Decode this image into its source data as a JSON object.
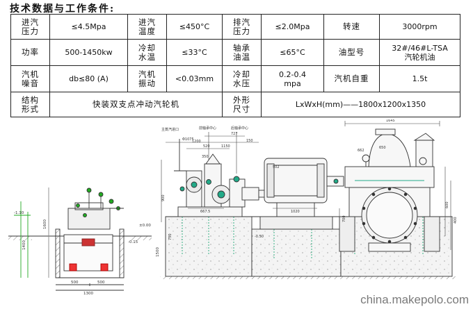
{
  "heading": "技术数据与工作条件:",
  "table": {
    "r1": {
      "inlet_pressure_label_1": "进汽",
      "inlet_pressure_label_2": "压力",
      "inlet_pressure_value": "≤4.5Mpa",
      "inlet_temp_label_1": "进汽",
      "inlet_temp_label_2": "温度",
      "inlet_temp_value": "≤450°C",
      "exhaust_pressure_label_1": "排汽",
      "exhaust_pressure_label_2": "压力",
      "exhaust_pressure_value": "≤2.0Mpa",
      "speed_label": "转速",
      "speed_value": "3000rpm"
    },
    "r2": {
      "power_label": "功率",
      "power_value": "500-1450kw",
      "cooling_water_temp_label_1": "冷却",
      "cooling_water_temp_label_2": "水温",
      "cooling_water_temp_value": "≤33°C",
      "bearing_oil_temp_label_1": "轴承",
      "bearing_oil_temp_label_2": "油温",
      "bearing_oil_temp_value": "≤65°C",
      "oil_type_label": "油型号",
      "oil_type_value_1": "32#/46#L-TSA",
      "oil_type_value_2": "汽轮机油"
    },
    "r3": {
      "noise_label_1": "汽机",
      "noise_label_2": "噪音",
      "noise_value": "db≤80 (A)",
      "vibration_label_1": "汽机",
      "vibration_label_2": "振动",
      "vibration_value": "<0.03mm",
      "cooling_water_pressure_label_1": "冷却",
      "cooling_water_pressure_label_2": "水压",
      "cooling_water_pressure_value_1": "0.2-0.4",
      "cooling_water_pressure_value_2": "mpa",
      "weight_label": "汽机自重",
      "weight_value": "1.5t"
    },
    "r4": {
      "structure_label_1": "结构",
      "structure_label_2": "形式",
      "structure_value": "快装双支点冲动汽轮机",
      "dimensions_label_1": "外形",
      "dimensions_label_2": "尺寸",
      "dimensions_value": "LxWxH(mm)——1800x1200x1350"
    }
  },
  "drawing": {
    "labels": {
      "main_inlet": "主蒸汽进口",
      "front_bearing_center": "前轴承中心",
      "rear_bearing_center": "后轴承中心",
      "dims": {
        "d1075": "Φ1075",
        "d520": "520",
        "d727": "727",
        "d150": "150",
        "d1645": "1645",
        "d1150": "1150",
        "d1200": "1200",
        "d350": "350",
        "d900": "900",
        "d6675": "667.5",
        "d1020": "1020",
        "d700": "700",
        "d1400": "1400",
        "d1600": "1600",
        "d1300": "1300",
        "d500a": "500",
        "d500b": "500",
        "d1500": "1500",
        "d750": "750",
        "d650": "650",
        "d600": "600",
        "d662": "662",
        "d400": "400",
        "d502": "502",
        "pm000": "±0.00",
        "m110": "-1.10",
        "m015": "-0.15",
        "m050": "-0.50"
      }
    }
  },
  "watermark": "china.makepolo.com"
}
